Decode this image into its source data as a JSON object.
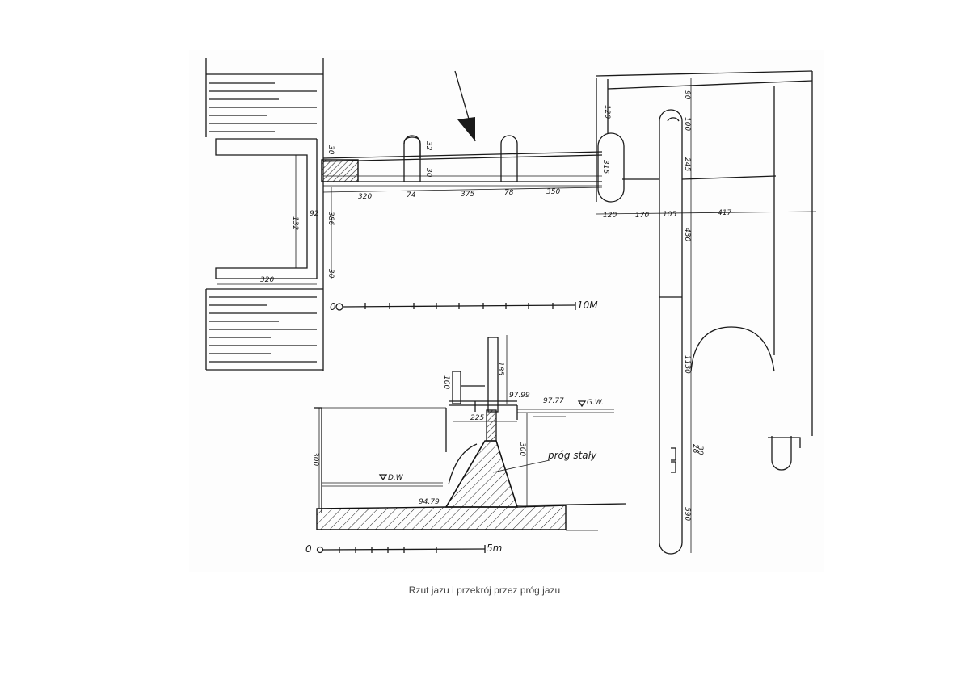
{
  "caption": "Rzut jazu i przekrój przez próg jazu",
  "scale_bars": {
    "plan": "10M",
    "section": "5m",
    "zero": "0"
  },
  "plan_dims": {
    "d320_bottom": "320",
    "d132": "132",
    "d92": "92",
    "d386": "386",
    "d30a": "30",
    "d30b": "30",
    "d320_top": "320",
    "d74": "74",
    "d375": "375",
    "d78": "78",
    "d350": "350",
    "d32": "32",
    "d30c": "30",
    "d315": "315",
    "d120v": "120",
    "d90": "90",
    "d100v": "100",
    "d245": "245",
    "d120h": "120",
    "d170": "170",
    "d105": "105",
    "d417": "417",
    "d430": "430",
    "d1130": "1130",
    "d28": "28",
    "d590": "590",
    "d30d": "30"
  },
  "section_dims": {
    "d100": "100",
    "d185": "185",
    "l9799": "97.99",
    "l9777": "97.77",
    "gw": "G.W.",
    "d225": "225",
    "d300a": "300",
    "d300b": "300",
    "dw": "D.W",
    "l9479": "94.79",
    "prog": "próg stały"
  }
}
